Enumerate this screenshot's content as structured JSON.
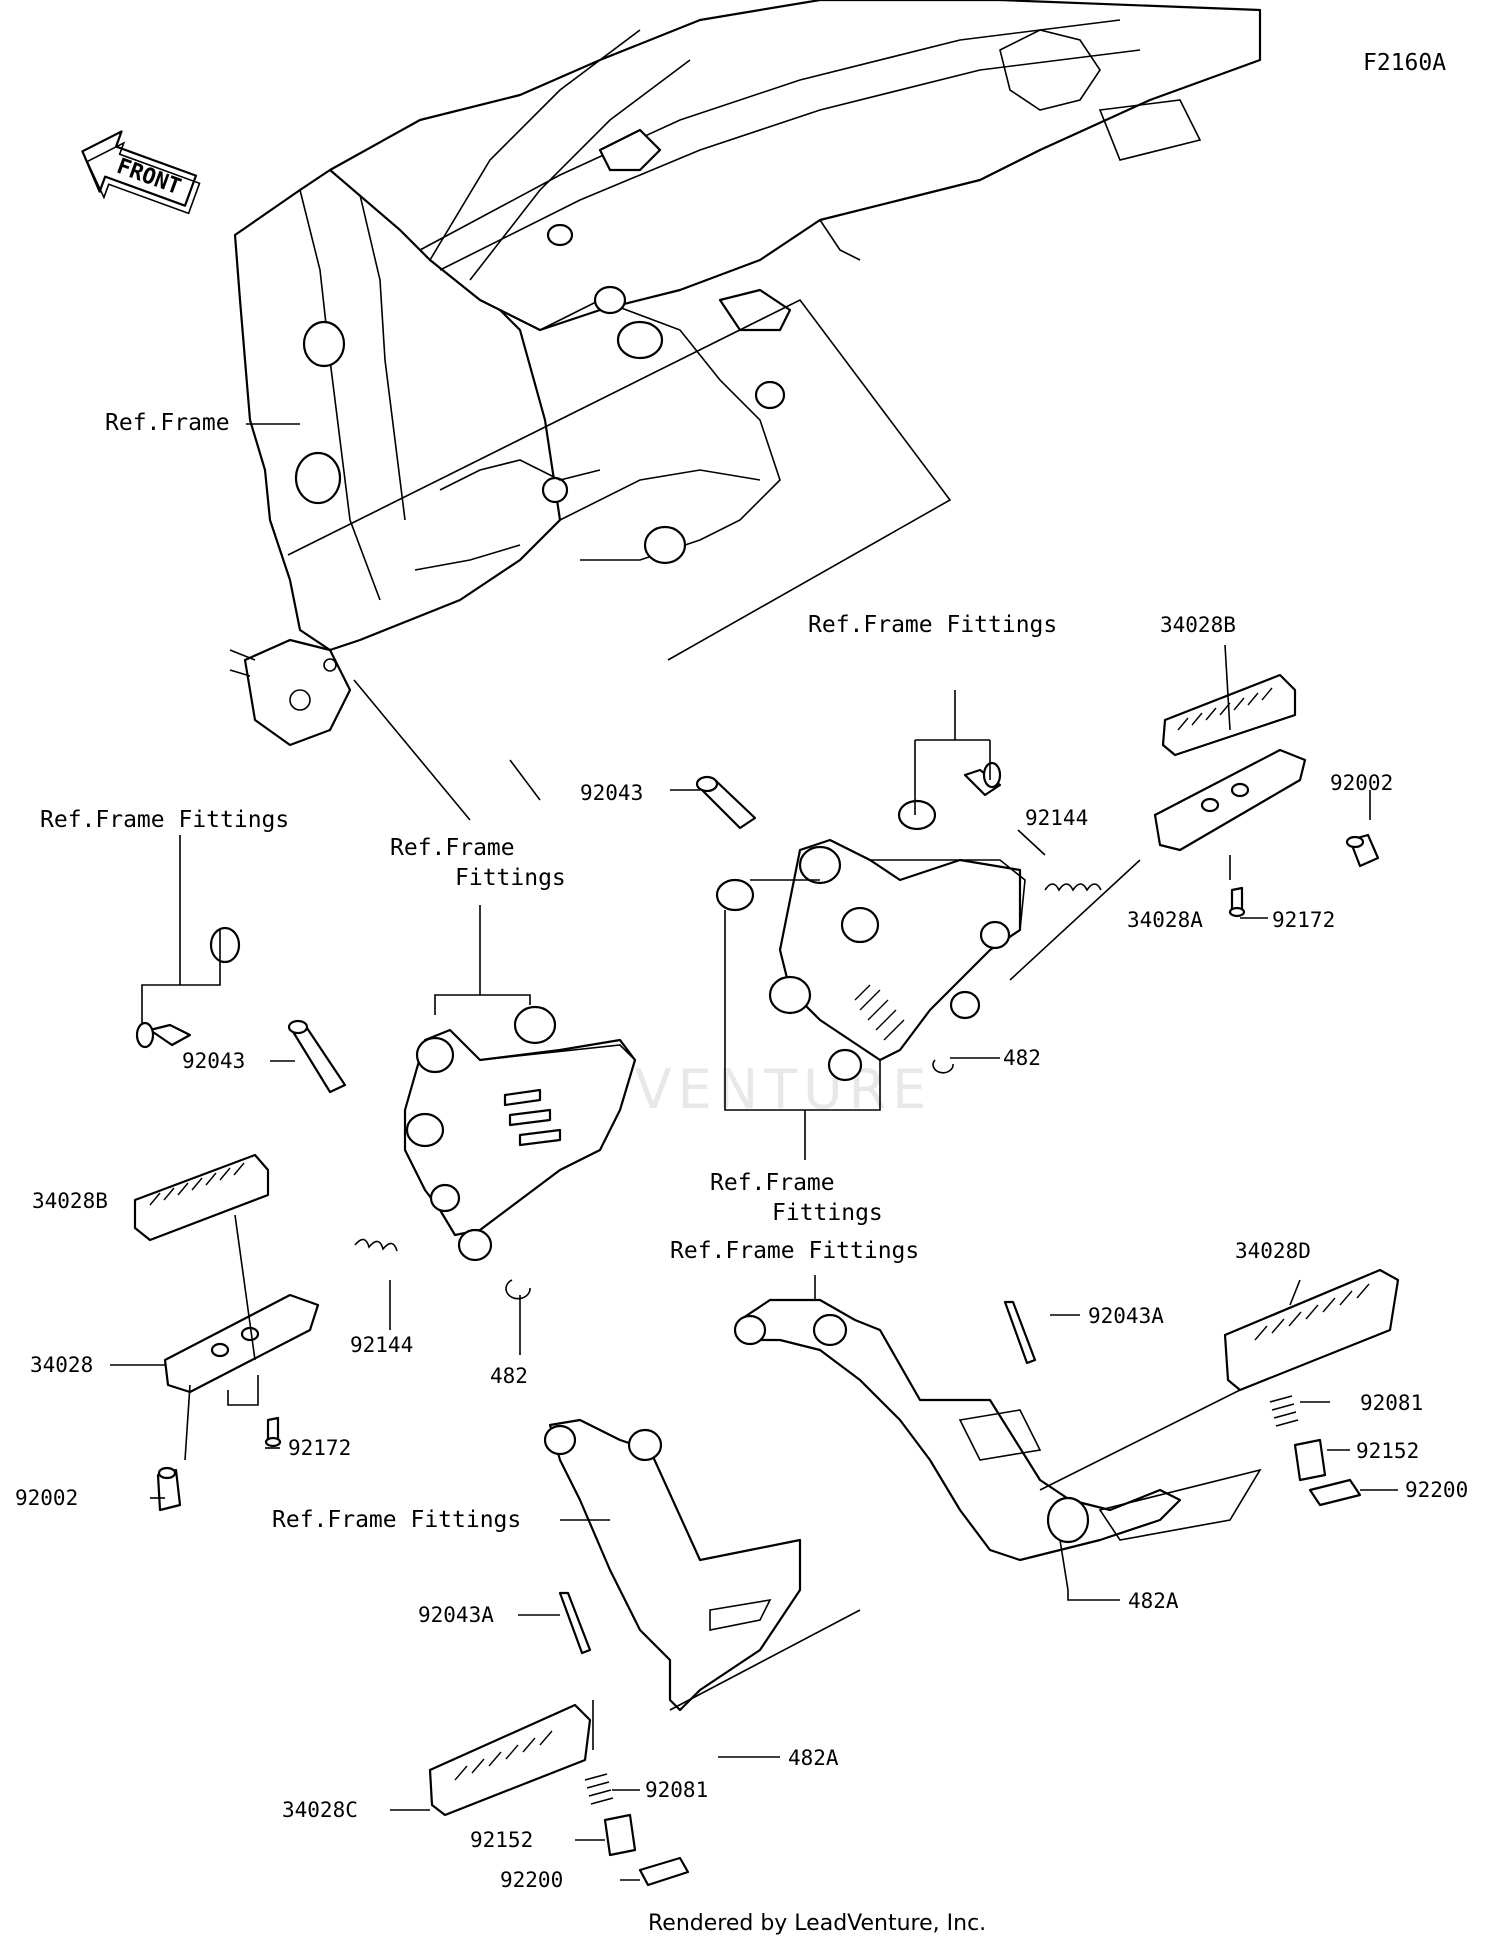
{
  "diagram_code": "F2160A",
  "front_arrow": "FRONT",
  "watermark": "EADVENTURE",
  "footer": "Rendered by LeadVenture, Inc.",
  "labels": {
    "ref_frame": "Ref.Frame",
    "rff_center_top": "Ref.Frame Fittings",
    "p34028b_top": "34028B",
    "p92002_right": "92002",
    "p92043_center": "92043",
    "p92144_right": "92144",
    "p34028a": "34028A",
    "p92172_right": "92172",
    "p482_center": "482",
    "rff_left_top": "Ref.Frame Fittings",
    "rff_left_mid_1": "Ref.Frame",
    "rff_left_mid_2": "Fittings",
    "p92043_left": "92043",
    "p34028b_left": "34028B",
    "p92144_left": "92144",
    "p482_left": "482",
    "p34028": "34028",
    "p92172_left": "92172",
    "p92002_left": "92002",
    "rff_center_bot_1": "Ref.Frame",
    "rff_center_bot_2": "Fittings",
    "rff_right_low": "Ref.Frame Fittings",
    "p34028d": "34028D",
    "p92043a_right": "92043A",
    "p92081_right": "92081",
    "p92152_right": "92152",
    "p92200_right": "92200",
    "p482a_right": "482A",
    "rff_left_low": "Ref.Frame Fittings",
    "p92043a_left": "92043A",
    "p482a_left": "482A",
    "p34028c": "34028C",
    "p92081_left": "92081",
    "p92152_left": "92152",
    "p92200_left": "92200"
  }
}
